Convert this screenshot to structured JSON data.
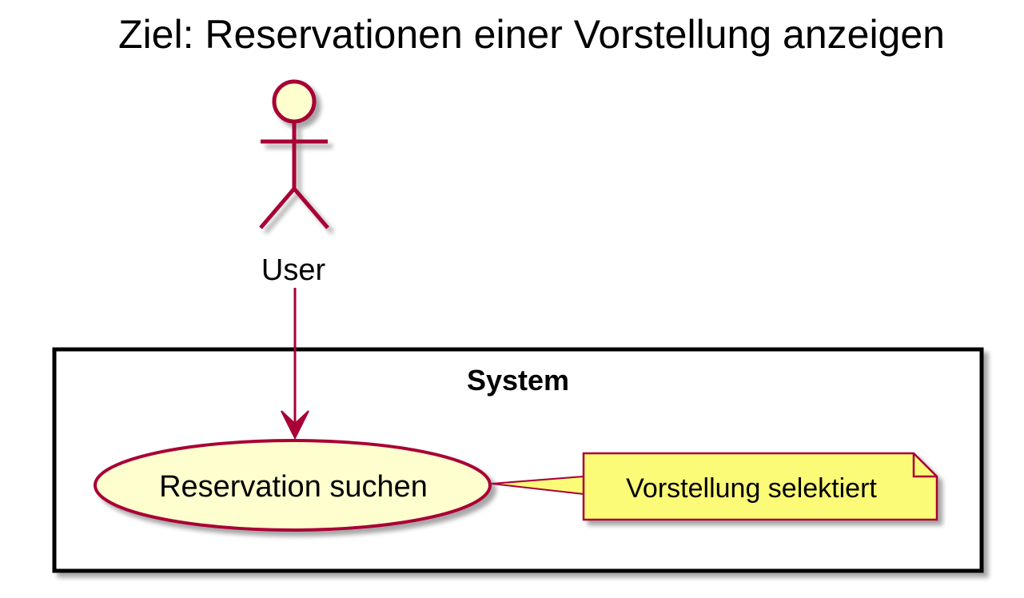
{
  "title": "Ziel: Reservationen einer Vorstellung anzeigen",
  "actor": {
    "label": "User",
    "icon": "stick-figure-icon"
  },
  "system": {
    "label": "System"
  },
  "use_case": {
    "label": "Reservation suchen"
  },
  "note": {
    "label": "Vorstellung selektiert"
  },
  "colors": {
    "actor_fill": "#FEFECE",
    "actor_stroke": "#A80036",
    "usecase_fill": "#FEFECE",
    "usecase_stroke": "#A80036",
    "note_fill": "#FBFB77",
    "note_stroke": "#A80036",
    "arrow": "#A80036",
    "system_border": "#000000",
    "shadow": "#C8C8C8"
  }
}
